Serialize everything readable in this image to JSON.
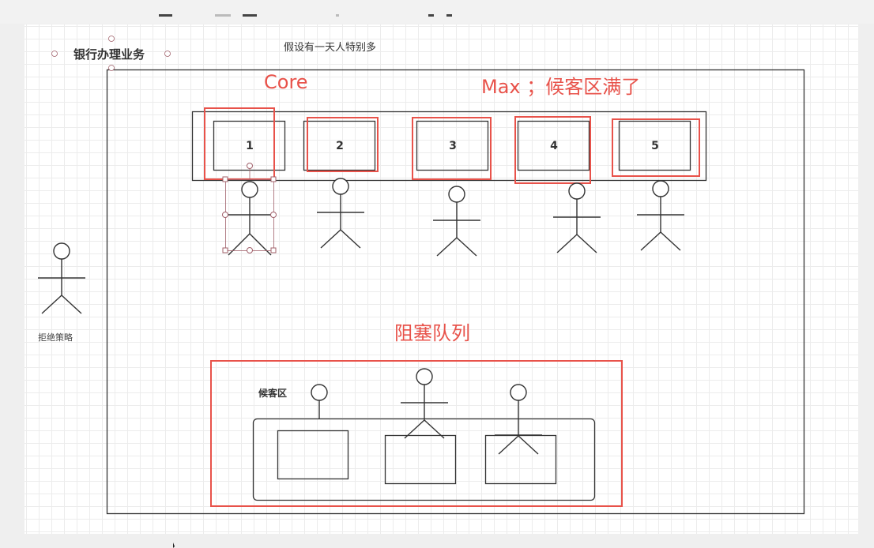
{
  "canvas": {
    "title": "银行办理业务",
    "subtitle": "假设有一天人特别多"
  },
  "annotations": {
    "core": "Core",
    "max": "Max ；候客区满了",
    "blocking_queue": "阻塞队列"
  },
  "service_windows": [
    "1",
    "2",
    "3",
    "4",
    "5"
  ],
  "waiting_area": {
    "label": "候客区"
  },
  "reject_policy": {
    "label": "拒绝策略"
  },
  "colors": {
    "highlight": "#e8524a",
    "stroke": "#333333",
    "grid": "#ececec",
    "selection": "#a0606a"
  }
}
